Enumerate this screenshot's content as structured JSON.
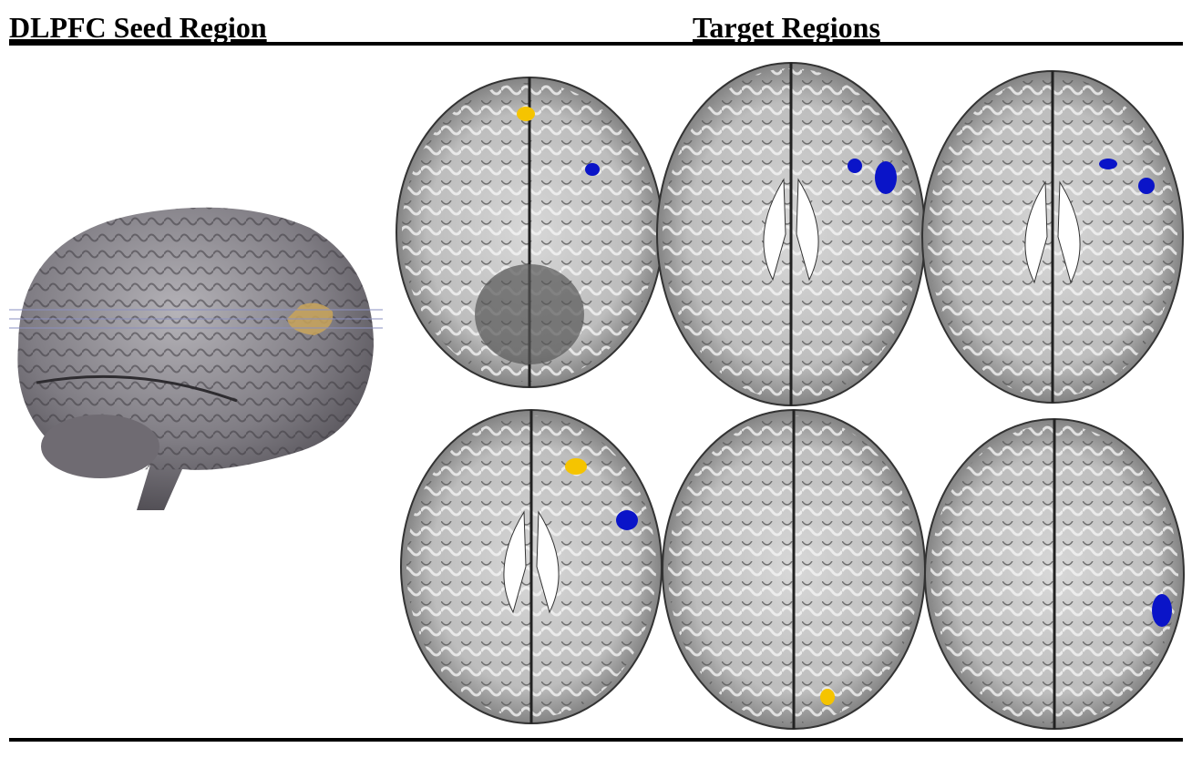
{
  "headers": {
    "seed": "DLPFC Seed Region",
    "target": "Target Regions"
  },
  "colors": {
    "positive_cluster": "#f5c400",
    "negative_cluster": "#0a14c8",
    "seed_cluster": "#c9a45a"
  },
  "panels": {
    "seed_view": "lateral-brain-render",
    "target_slices": [
      "axial-1",
      "axial-2",
      "axial-3",
      "axial-4",
      "axial-5",
      "axial-6"
    ]
  }
}
